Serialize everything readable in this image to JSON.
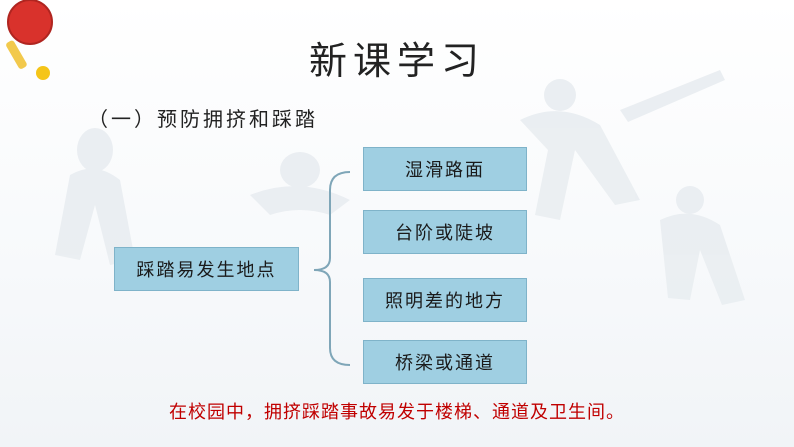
{
  "title": "新课学习",
  "subtitle": "（一）预防拥挤和踩踏",
  "diagram": {
    "root": "踩踏易发生地点",
    "items": [
      "湿滑路面",
      "台阶或陡坡",
      "照明差的地方",
      "桥梁或通道"
    ]
  },
  "note": "在校园中，拥挤踩踏事故易发于楼梯、通道及卫生间。",
  "colors": {
    "box_fill": "#9fcfe2",
    "note": "#c00000",
    "paddle": "#d9322c",
    "ball": "#f5c518"
  },
  "icons": [
    "ping-pong-paddle-icon",
    "ping-pong-ball-icon",
    "sports-silhouette-watermark"
  ]
}
